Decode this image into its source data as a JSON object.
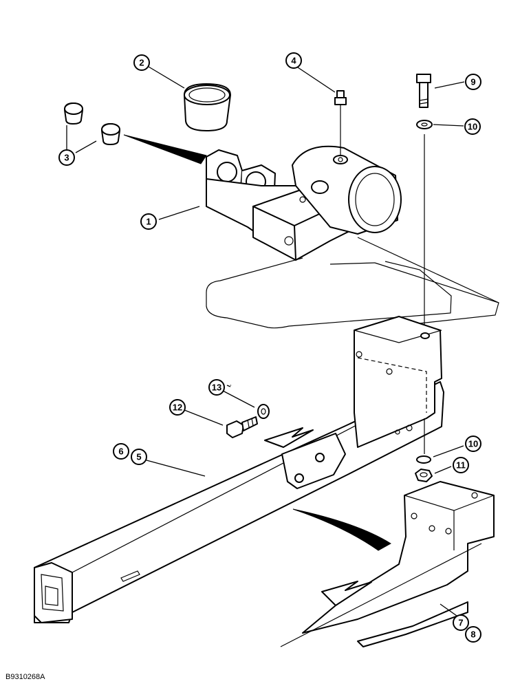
{
  "figure_code": "B9310268A",
  "callouts": [
    {
      "id": "c1",
      "label": "1"
    },
    {
      "id": "c2",
      "label": "2"
    },
    {
      "id": "c3",
      "label": "3"
    },
    {
      "id": "c4",
      "label": "4"
    },
    {
      "id": "c5",
      "label": "5"
    },
    {
      "id": "c6",
      "label": "6"
    },
    {
      "id": "c7",
      "label": "7"
    },
    {
      "id": "c8",
      "label": "8"
    },
    {
      "id": "c9",
      "label": "9"
    },
    {
      "id": "c10a",
      "label": "10"
    },
    {
      "id": "c10b",
      "label": "10"
    },
    {
      "id": "c11",
      "label": "11"
    },
    {
      "id": "c12",
      "label": "12"
    },
    {
      "id": "c13",
      "label": "13"
    }
  ]
}
